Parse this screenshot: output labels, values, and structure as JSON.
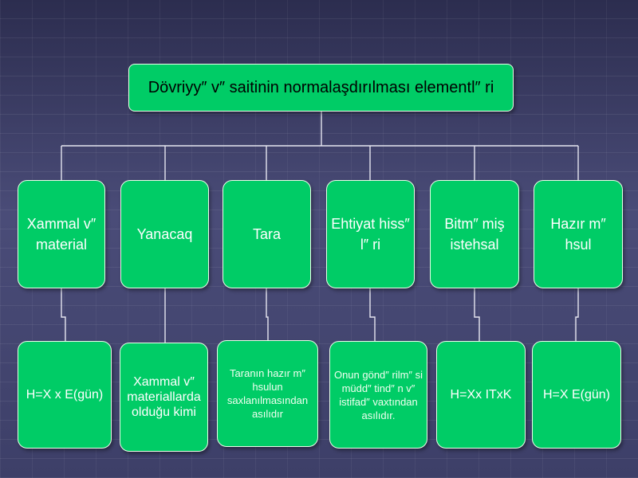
{
  "diagram": {
    "title": "Dövriyy″ v″ saitinin normalaşdırılması elementl″ ri",
    "categories": [
      {
        "label": "Xammal v″ material",
        "detail": "H=X x E(gün)"
      },
      {
        "label": "Yanacaq",
        "detail": "Xammal v″ materiallarda olduğu kimi"
      },
      {
        "label": "Tara",
        "detail": "Taranın hazır m″ hsulun saxlanılmasından asılıdır"
      },
      {
        "label": "Ehtiyat hiss″ l″ ri",
        "detail": "Onun gönd″ rilm″ si müdd″ tind″ n v″ istifad″ vaxtından asılıdır."
      },
      {
        "label": "Bitm″ miş istehsal",
        "detail": "H=Xx ITxK"
      },
      {
        "label": "Hazır m″ hsul",
        "detail": "H=X E(gün)"
      }
    ],
    "colors": {
      "box_fill": "#00cc66",
      "box_border": "#e9ffe9",
      "connector": "#e6e6f0",
      "title_text": "#000000",
      "box_text": "#ffffff"
    }
  }
}
